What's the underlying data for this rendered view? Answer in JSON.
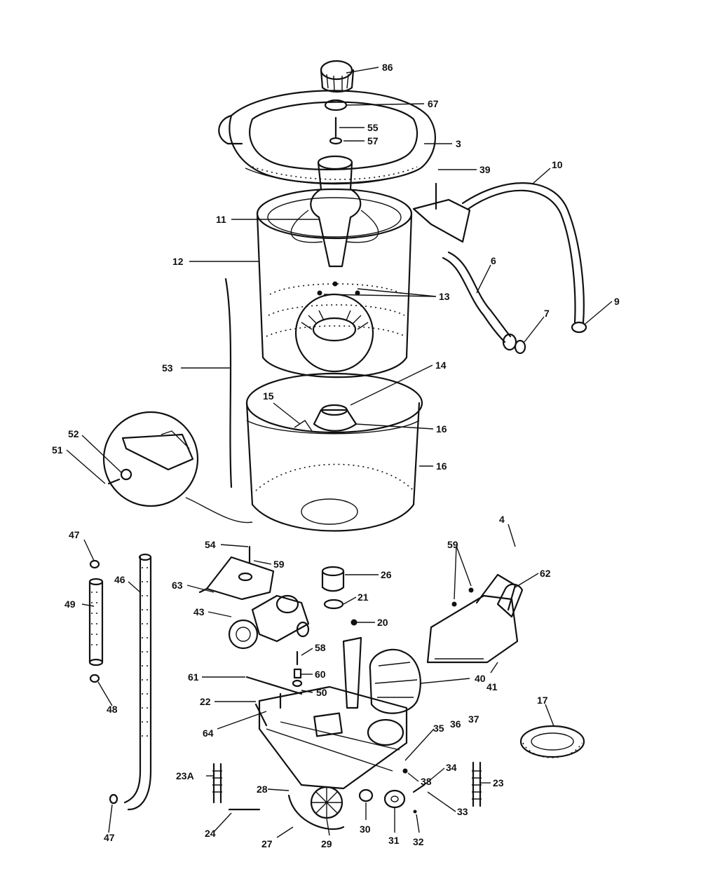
{
  "header": {
    "corner_marks": [
      "",
      ""
    ]
  },
  "callouts": [
    {
      "id": "86",
      "label": "86"
    },
    {
      "id": "67",
      "label": "67"
    },
    {
      "id": "55",
      "label": "55"
    },
    {
      "id": "57",
      "label": "57"
    },
    {
      "id": "3",
      "label": "3"
    },
    {
      "id": "39",
      "label": "39"
    },
    {
      "id": "10",
      "label": "10"
    },
    {
      "id": "11",
      "label": "11"
    },
    {
      "id": "12",
      "label": "12"
    },
    {
      "id": "6",
      "label": "6"
    },
    {
      "id": "13",
      "label": "13"
    },
    {
      "id": "9",
      "label": "9"
    },
    {
      "id": "7",
      "label": "7"
    },
    {
      "id": "53",
      "label": "53"
    },
    {
      "id": "14",
      "label": "14"
    },
    {
      "id": "15",
      "label": "15"
    },
    {
      "id": "16a",
      "label": "16"
    },
    {
      "id": "16b",
      "label": "16"
    },
    {
      "id": "52",
      "label": "52"
    },
    {
      "id": "51",
      "label": "51"
    },
    {
      "id": "4",
      "label": "4"
    },
    {
      "id": "47a",
      "label": "47"
    },
    {
      "id": "46",
      "label": "46"
    },
    {
      "id": "54",
      "label": "54"
    },
    {
      "id": "59a",
      "label": "59"
    },
    {
      "id": "63",
      "label": "63"
    },
    {
      "id": "26",
      "label": "26"
    },
    {
      "id": "59b",
      "label": "59"
    },
    {
      "id": "62",
      "label": "62"
    },
    {
      "id": "21",
      "label": "21"
    },
    {
      "id": "49",
      "label": "49"
    },
    {
      "id": "43",
      "label": "43"
    },
    {
      "id": "20",
      "label": "20"
    },
    {
      "id": "58",
      "label": "58"
    },
    {
      "id": "60",
      "label": "60"
    },
    {
      "id": "40",
      "label": "40"
    },
    {
      "id": "41",
      "label": "41"
    },
    {
      "id": "61",
      "label": "61"
    },
    {
      "id": "50",
      "label": "50"
    },
    {
      "id": "17",
      "label": "17"
    },
    {
      "id": "48",
      "label": "48"
    },
    {
      "id": "22",
      "label": "22"
    },
    {
      "id": "64",
      "label": "64"
    },
    {
      "id": "35",
      "label": "35"
    },
    {
      "id": "36",
      "label": "36"
    },
    {
      "id": "37",
      "label": "37"
    },
    {
      "id": "23A",
      "label": "23A"
    },
    {
      "id": "38",
      "label": "38"
    },
    {
      "id": "34",
      "label": "34"
    },
    {
      "id": "23",
      "label": "23"
    },
    {
      "id": "28",
      "label": "28"
    },
    {
      "id": "33",
      "label": "33"
    },
    {
      "id": "24",
      "label": "24"
    },
    {
      "id": "30",
      "label": "30"
    },
    {
      "id": "31",
      "label": "31"
    },
    {
      "id": "32",
      "label": "32"
    },
    {
      "id": "27",
      "label": "27"
    },
    {
      "id": "29",
      "label": "29"
    },
    {
      "id": "47b",
      "label": "47"
    }
  ]
}
